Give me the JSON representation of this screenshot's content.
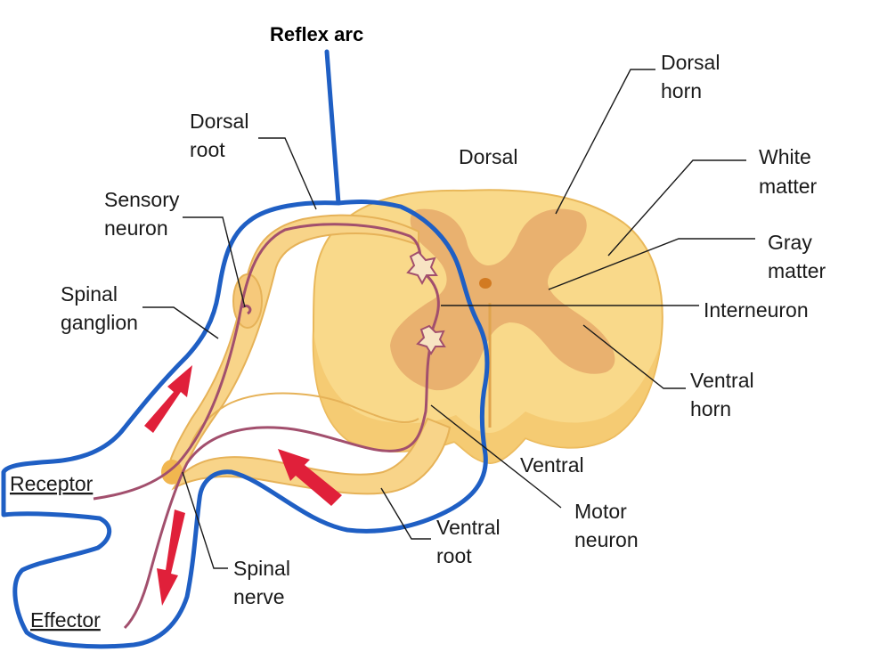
{
  "title": "Reflex arc",
  "labels": {
    "dorsal_horn": [
      "Dorsal",
      "horn"
    ],
    "dorsal_root": [
      "Dorsal",
      "root"
    ],
    "dorsal": "Dorsal",
    "white_matter": [
      "White",
      "matter"
    ],
    "sensory_neuron": [
      "Sensory",
      "neuron"
    ],
    "gray_matter": [
      "Gray",
      "matter"
    ],
    "spinal_ganglion": [
      "Spinal",
      "ganglion"
    ],
    "interneuron": "Interneuron",
    "ventral_horn": [
      "Ventral",
      "horn"
    ],
    "ventral": "Ventral",
    "receptor": "Receptor",
    "motor_neuron": [
      "Motor",
      "neuron"
    ],
    "ventral_root": [
      "Ventral",
      "root"
    ],
    "spinal_nerve": [
      "Spinal",
      "nerve"
    ],
    "effector": "Effector"
  },
  "colors": {
    "white_matter": "#f9d98a",
    "gray_matter": "#e6a96a",
    "nerve_fill": "#f8d489",
    "neuron_path": "#a24f6d",
    "arc_outline": "#1f5fc4",
    "arrow": "#e0203a"
  }
}
